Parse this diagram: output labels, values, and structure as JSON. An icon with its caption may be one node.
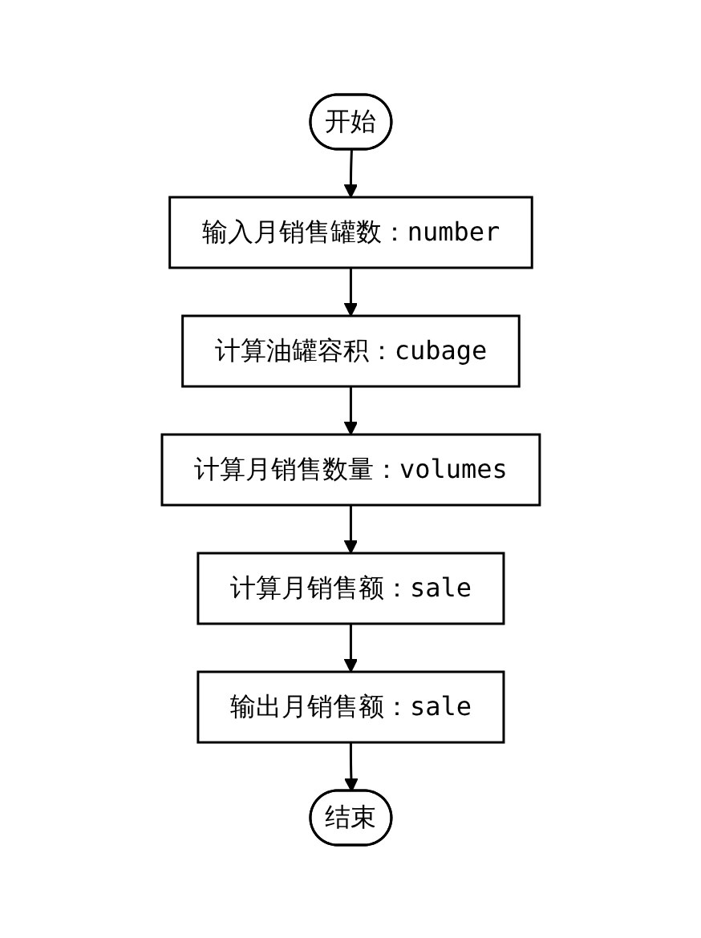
{
  "diagram": {
    "nodes": [
      {
        "text": [
          "开始"
        ]
      },
      {
        "text": [
          "输入月销售罐数：number"
        ]
      },
      {
        "text": [
          "计算油罐容积：cubage"
        ]
      },
      {
        "text": [
          "计算月销售数量：volumes"
        ]
      },
      {
        "text": [
          "计算月销售额：sale"
        ]
      },
      {
        "text": [
          "输出月销售额：sale"
        ]
      },
      {
        "text": [
          "结束"
        ]
      }
    ],
    "edges": [
      {
        "from": 0,
        "to": 1,
        "arrow": "to"
      },
      {
        "from": 1,
        "to": 2,
        "arrow": "to"
      },
      {
        "from": 2,
        "to": 3,
        "arrow": "to"
      },
      {
        "from": 3,
        "to": 4,
        "arrow": "to"
      },
      {
        "from": 4,
        "to": 5,
        "arrow": "to"
      },
      {
        "from": 5,
        "to": 6,
        "arrow": "to"
      }
    ]
  }
}
